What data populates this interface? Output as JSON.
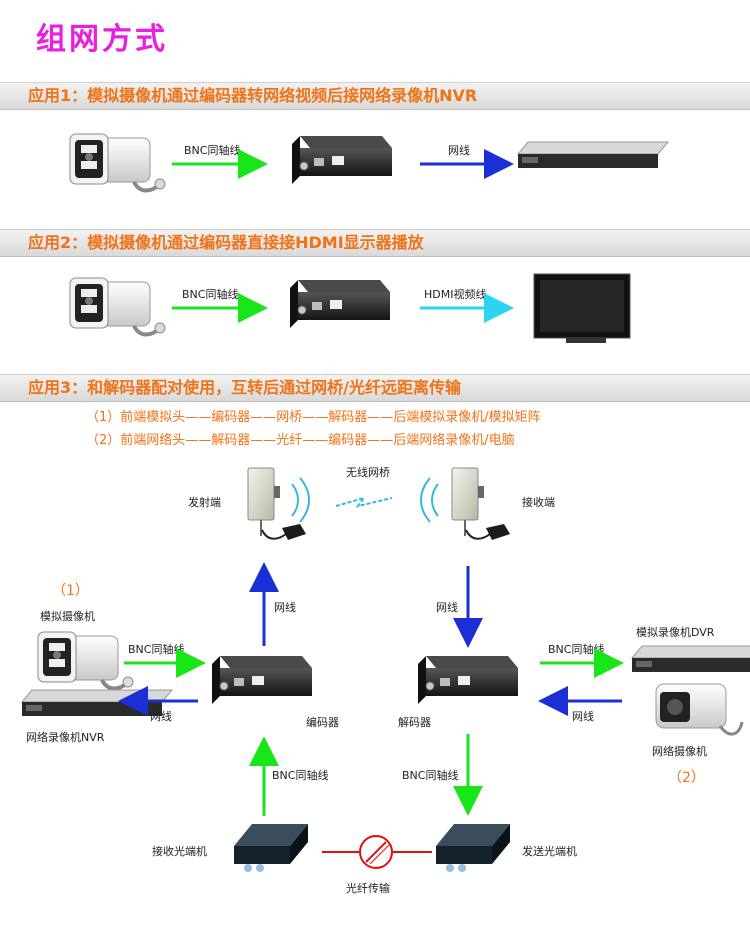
{
  "title": "组网方式",
  "sections": [
    {
      "heading": "应用1：模拟摄像机通过编码器转网络视频后接网络录像机NVR",
      "link1": "BNC同轴线",
      "link2": "网线"
    },
    {
      "heading": "应用2：模拟摄像机通过编码器直接接HDMI显示器播放",
      "link1": "BNC同轴线",
      "link2": "HDMI视频线"
    },
    {
      "heading": "应用3：和解码器配对使用，互转后通过网桥/光纤远距离传输"
    }
  ],
  "paths": [
    "（1）前端模拟头——编码器——网桥——解码器——后端模拟录像机/模拟矩阵",
    "（2）前端网络头——解码器——光纤——编码器——后端网络录像机/电脑"
  ],
  "diagram": {
    "wireless_bridge": "无线网桥",
    "transmitter": "发射端",
    "receiver": "接收端",
    "net_left": "网线",
    "net_right": "网线",
    "marker_1": "（1）",
    "marker_2": "（2）",
    "analog_camera": "模拟摄像机",
    "nvr": "网络录像机NVR",
    "bnc_left": "BNC同轴线",
    "net_to_nvr": "网线",
    "encoder": "编码器",
    "decoder": "解码器",
    "bnc_right": "BNC同轴线",
    "net_from_ipcam": "网线",
    "analog_dvr": "模拟录像机DVR",
    "ip_camera": "网络摄像机",
    "bnc_down_left": "BNC同轴线",
    "bnc_down_right": "BNC同轴线",
    "fiber_rx": "接收光端机",
    "fiber_tx": "发送光端机",
    "fiber_link": "光纤传输"
  },
  "colors": {
    "title": "#e81ee0",
    "heading": "#f07317",
    "arrow_green": "#19e619",
    "arrow_blue": "#1a2fd6",
    "arrow_cyan": "#2cd4f0",
    "fiber_red": "#e01010"
  }
}
